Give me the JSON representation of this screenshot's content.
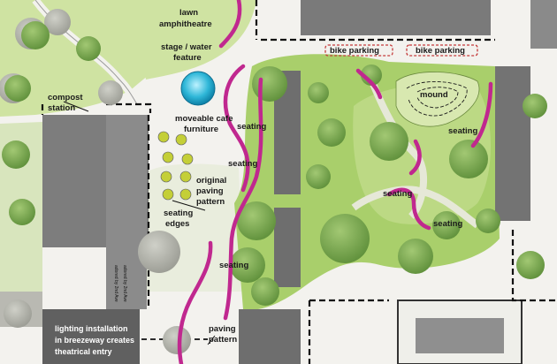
{
  "labels": {
    "lawn": "lawn",
    "amphitheatre": "amphitheatre",
    "stage_water_1": "stage  / water",
    "stage_water_2": "feature",
    "compost_1": "compost",
    "compost_2": "station",
    "cafe_1": "moveable cafe",
    "cafe_2": "furniture",
    "paving_orig_1": "original",
    "paving_orig_2": "paving",
    "paving_orig_3": "pattern",
    "seating_edges_1": "seating",
    "seating_edges_2": "edges",
    "seating_a": "seating",
    "seating_b": "seating",
    "seating_c": "seating",
    "seating_d": "seating",
    "seating_e": "seating",
    "seating_f": "seating",
    "paving_pattern_1": "paving",
    "paving_pattern_2": "pattern",
    "bike_parking_1": "bike parking",
    "bike_parking_2": "bike parking",
    "mound": "mound",
    "lighting_1": "lighting installation",
    "lighting_2": "in breezeway creates",
    "lighting_3": "theatrical entry",
    "building_text_1": "adored by 2nd Ave",
    "building_text_2": "adored by 2nd Ave"
  },
  "colors": {
    "lawn": "#cfe3a2",
    "lawn_dark": "#a9cf6b",
    "tree": "#7fae52",
    "tree_dark": "#5e8f3a",
    "building": "#7d7d7d",
    "building_dark": "#585858",
    "plaza": "#f5f4ef",
    "magenta": "#c0288f",
    "water": "#2fb7d8",
    "cafe": "#c4cf37"
  }
}
